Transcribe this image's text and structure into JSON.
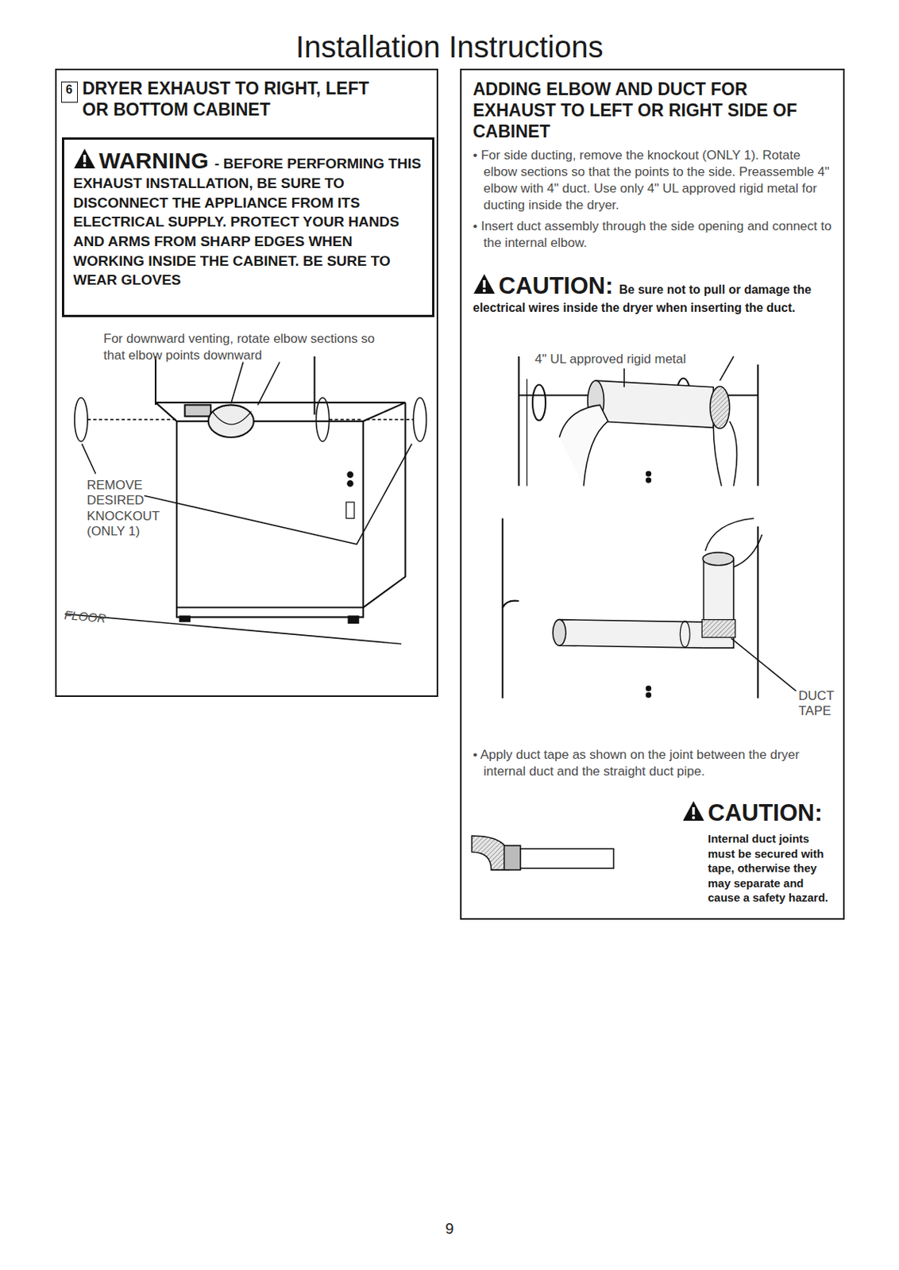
{
  "diagram": {
    "title": "Installation Instructions",
    "nodes": [
      {
        "text": [
          "DRYER EXHAUST TO RIGHT, LEFT OR BOTTOM CABINET",
          "For downward venting, rotate elbow sections so that elbow points downward"
        ]
      },
      {
        "text": [
          "6"
        ],
        "in": 0
      },
      {
        "text": [
          "WARNING",
          "- BEFORE PERFORMING THIS EXHAUST INSTALLATION, BE SURE TO DISCONNECT THE APPLIANCE FROM ITS ELECTRICAL SUPPLY. PROTECT YOUR HANDS AND ARMS FROM SHARP EDGES WHEN WORKING INSIDE THE CABINET. BE SURE TO WEAR GLOVES"
        ],
        "in": 0
      },
      {
        "text": [
          "ADDING ELBOW AND DUCT FOR EXHAUST TO LEFT OR RIGHT SIDE OF CABINET",
          "• For side ducting, remove the knockout (ONLY 1). Rotate elbow sections so that the points to the side. Preassemble 4\" elbow with 4\" duct. Use only 4\" UL approved rigid metal for ducting inside the dryer.",
          "• Insert duct assembly through the side opening and connect to the internal elbow.",
          "CAUTION:",
          "Be sure not to pull or damage the electrical wires inside the dryer when inserting the duct.",
          "• Apply duct tape as shown on the joint between the dryer internal duct and the straight duct pipe.",
          "CAUTION:",
          "Internal duct joints must be secured with tape, otherwise they may separate and cause a safety hazard."
        ]
      }
    ],
    "labels": [
      "REMOVE DESIRED KNOCKOUT (ONLY 1)",
      "FLOOR",
      "4\" UL approved rigid metal",
      "DUCT TAPE",
      "9"
    ]
  }
}
